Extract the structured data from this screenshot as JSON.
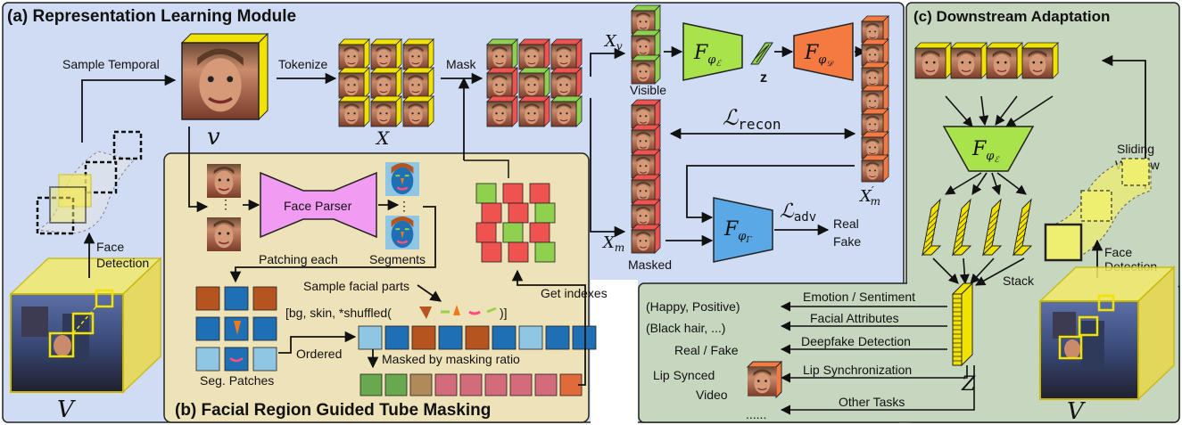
{
  "panels": {
    "a_title": "(a) Representation Learning Module",
    "b_title": "(b) Facial Region Guided Tube Masking",
    "c_title": "(c) Downstream Adaptation"
  },
  "labels": {
    "sample_temporal": "Sample Temporal",
    "tokenize": "Tokenize",
    "mask": "Mask",
    "face_detection_line1": "Face",
    "face_detection_line2": "Detection",
    "v_small": "v",
    "v_big": "V",
    "x": "X",
    "x_v": "X",
    "x_v_sub": "v",
    "visible": "Visible",
    "x_m": "X",
    "x_m_sub": "m",
    "masked": "Masked",
    "z": "z",
    "z_big": "Z",
    "x_m_prime": "X",
    "x_m_prime_sup": "′",
    "x_m_prime_sub": "m",
    "real": "Real",
    "fake": "Fake",
    "f_enc": "F",
    "f_enc_sub": "φ",
    "f_enc_subsub": "ℰ",
    "f_dec": "F",
    "f_dec_sub": "φ",
    "f_dec_subsub": "𝒟",
    "f_gamma": "F",
    "f_gamma_sub": "φ",
    "f_gamma_subsub": "Γ",
    "l_recon": "ℒ",
    "l_recon_sub": "recon",
    "l_adv": "ℒ",
    "l_adv_sub": "adv",
    "face_parser": "Face Parser",
    "segments": "Segments",
    "patching_each": "Patching each",
    "sample_facial_parts": "Sample facial parts",
    "part_list": "[bg, skin, *shuffled(",
    "part_list_end": ")]",
    "ordered": "Ordered",
    "seg_patches": "Seg. Patches",
    "masked_by_ratio": "Masked by masking ratio",
    "get_indexes": "Get indexes",
    "sliding_window_line1": "Sliding",
    "sliding_window_line2": "Window",
    "stack": "Stack",
    "dots": "⋮"
  },
  "downstream": {
    "outputs": [
      "(Happy, Positive)",
      "(Black hair, ...)",
      "Real / Fake",
      "Lip Synced",
      "Video",
      "......"
    ],
    "tasks": [
      "Emotion / Sentiment",
      "Facial Attributes",
      "Deepfake Detection",
      "Lip Synchronization",
      "Other Tasks"
    ]
  },
  "colors": {
    "panel_a_bg": "#cfdcf3",
    "panel_b_bg": "#eee2b8",
    "panel_c_bg": "#c6d6bf",
    "encoder": "#a9e34b",
    "decoder": "#f47a42",
    "discriminator": "#5aa9e6",
    "parser": "#f29bf2",
    "visible_token": "#8fd14f",
    "masked_token": "#ef5350",
    "yellow": "#f2e200",
    "skin": "#1f6fb4",
    "hair": "#b5541e",
    "bg_seg": "#8fc6e4"
  }
}
